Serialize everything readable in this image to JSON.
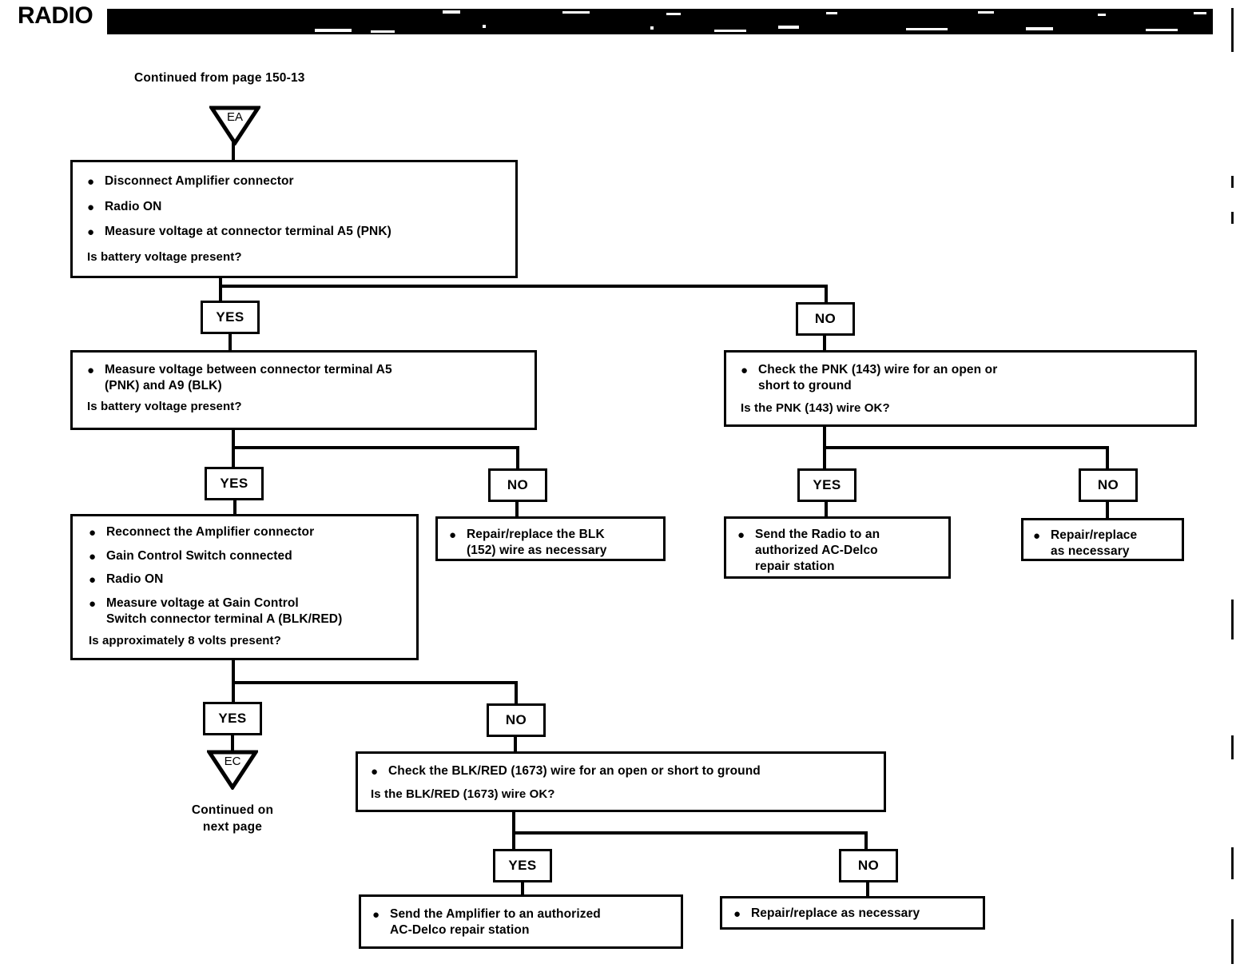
{
  "header": {
    "title": "RADIO",
    "bar_color": "#000000"
  },
  "page": {
    "continued_from": "Continued from page 150-13",
    "continued_next": "Continued  on\nnext page",
    "continued_next_line1": "Continued  on",
    "continued_next_line2": "next page"
  },
  "connectors": {
    "entry": "EA",
    "exit": "EC"
  },
  "labels": {
    "yes": "YES",
    "no": "NO",
    "bullet": "●"
  },
  "nodes": {
    "step1": {
      "bullets": [
        "Disconnect Amplifier connector",
        "Radio ON",
        "Measure voltage at connector terminal   A5    (PNK)"
      ],
      "question": "Is battery voltage present?"
    },
    "step2_left": {
      "bullets": [
        "Measure voltage between connector terminal   A5\n(PNK) and   A9    (BLK)"
      ],
      "bullets_l1": "Measure voltage between connector terminal   A5",
      "bullets_l2": "(PNK) and   A9    (BLK)",
      "question": "Is battery voltage present?"
    },
    "step2_right": {
      "bullets_l1": "Check the PNK (143) wire for an open or",
      "bullets_l2": "short to ground",
      "question": "Is the PNK (143) wire OK?"
    },
    "step3_left": {
      "bullets": [
        "Reconnect the Amplifier connector",
        "Gain Control Switch connected",
        "Radio ON"
      ],
      "bullet4_l1": "Measure voltage at Gain Control",
      "bullet4_l2": "Switch connector terminal A (BLK/RED)",
      "question": "Is approximately 8 volts present?"
    },
    "repair_blk": {
      "line1": "Repair/replace the BLK",
      "line2": "(152) wire as necessary"
    },
    "send_radio": {
      "line1": "Send the Radio to an",
      "line2": "authorized AC-Delco",
      "line3": "repair station"
    },
    "repair_generic_right": {
      "line1": "Repair/replace",
      "line2": "as necessary"
    },
    "step4": {
      "bullet": "Check the BLK/RED (1673) wire for an open or short to ground",
      "question": "Is the BLK/RED (1673) wire OK?"
    },
    "send_amplifier": {
      "line1": "Send the Amplifier to an authorized",
      "line2": "AC-Delco repair station"
    },
    "repair_generic_bottom": {
      "line1": "Repair/replace as necessary"
    }
  }
}
